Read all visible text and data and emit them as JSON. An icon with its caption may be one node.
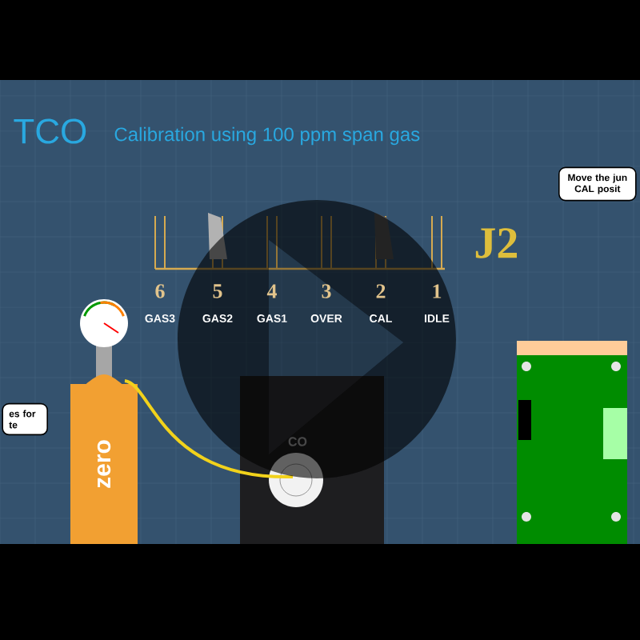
{
  "diagram": {
    "title": "TCO",
    "nodes": [
      {
        "text": [
          "Move the jun CAL posit"
        ]
      },
      {
        "text": [
          "es for te"
        ]
      },
      {
        "text": [
          "zero"
        ]
      },
      {
        "text": [
          "CO"
        ]
      }
    ],
    "edges": [
      {
        "from": 2,
        "to": 3,
        "arrow": "none",
        "color": "#f2d21b"
      }
    ],
    "labels": [
      "Calibration using 100 ppm span gas",
      "6",
      "5",
      "4",
      "3",
      "2",
      "1",
      "GAS3",
      "GAS2",
      "GAS1",
      "OVER",
      "CAL",
      "IDLE",
      "J2"
    ]
  }
}
